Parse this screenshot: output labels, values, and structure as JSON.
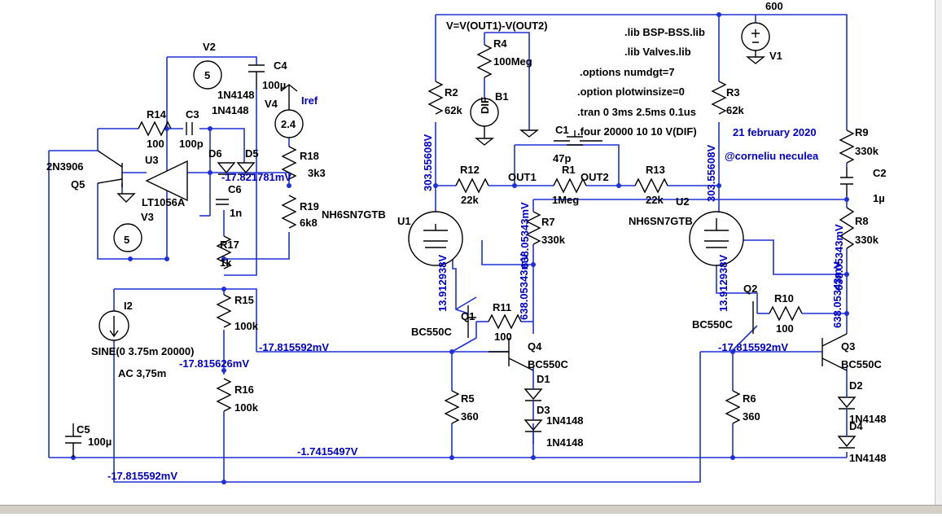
{
  "components": {
    "v1": {
      "name": "V1"
    },
    "v2": {
      "name": "V2",
      "value": "5"
    },
    "v3": {
      "name": "V3",
      "value": "5"
    },
    "v4": {
      "name": "V4",
      "value": "2.4"
    },
    "i2": {
      "name": "I2",
      "value": "SINE(0 3.75m 20000)",
      "ac": "AC 3,75m"
    },
    "b1": {
      "name": "B1",
      "value": "V=V(OUT1)-V(OUT2)",
      "label": "DIF"
    },
    "r1": {
      "name": "R1",
      "value": "1Meg"
    },
    "r2": {
      "name": "R2",
      "value": "62k"
    },
    "r3": {
      "name": "R3",
      "value": "62k"
    },
    "r4": {
      "name": "R4",
      "value": "100Meg"
    },
    "r5": {
      "name": "R5",
      "value": "360"
    },
    "r6": {
      "name": "R6",
      "value": "360"
    },
    "r7": {
      "name": "R7",
      "value": "330k"
    },
    "r8": {
      "name": "R8",
      "value": "330k"
    },
    "r9": {
      "name": "R9",
      "value": "330k"
    },
    "r10": {
      "name": "R10",
      "value": "100"
    },
    "r11": {
      "name": "R11",
      "value": "100"
    },
    "r12": {
      "name": "R12",
      "value": "22k"
    },
    "r13": {
      "name": "R13",
      "value": "22k"
    },
    "r14": {
      "name": "R14",
      "value": "100"
    },
    "r15": {
      "name": "R15",
      "value": "100k"
    },
    "r16": {
      "name": "R16",
      "value": "100k"
    },
    "r17": {
      "name": "R17",
      "value": "1k"
    },
    "r18": {
      "name": "R18",
      "value": "3k3"
    },
    "r19": {
      "name": "R19",
      "value": "6k8"
    },
    "c1": {
      "name": "C1",
      "value": "47p"
    },
    "c2": {
      "name": "C2",
      "value": "1µ"
    },
    "c3": {
      "name": "C3",
      "value": "100p"
    },
    "c4": {
      "name": "C4",
      "value": "100µ"
    },
    "c5": {
      "name": "C5",
      "value": "100µ"
    },
    "c6": {
      "name": "C6",
      "value": "1n"
    },
    "d1": {
      "name": "D1",
      "value": "1N4148"
    },
    "d2": {
      "name": "D2",
      "value": "1N4148"
    },
    "d3": {
      "name": "D3",
      "value": "1N4148"
    },
    "d4": {
      "name": "D4",
      "value": "1N4148"
    },
    "d5": {
      "name": "D5",
      "value": "1N4148"
    },
    "d6": {
      "name": "D6",
      "value": "1N4148"
    },
    "q1": {
      "name": "Q1",
      "value": "BC550C"
    },
    "q2": {
      "name": "Q2",
      "value": "BC550C"
    },
    "q3": {
      "name": "Q3",
      "value": "BC550C"
    },
    "q4": {
      "name": "Q4",
      "value": "BC550C"
    },
    "q5": {
      "name": "Q5",
      "value": "2N3906"
    },
    "u1": {
      "name": "U1",
      "value": "NH6SN7GTB"
    },
    "u2": {
      "name": "U2",
      "value": "NH6SN7GTB"
    },
    "u3": {
      "name": "U3",
      "value": "LT1056A"
    }
  },
  "nets": {
    "out1": "OUT1",
    "out2": "OUT2",
    "iref": "Iref",
    "supply": "600"
  },
  "voltages": {
    "u1_anode": "303.55608V",
    "u2_anode": "303.55608V",
    "u1_cathode": "13.912938V",
    "u2_cathode": "13.912938V",
    "q4_collector": "638.05343mV",
    "q3_collector": "638.05343mV",
    "q4_emitter": "638.05343mV",
    "q3_emitter": "638.05343mV",
    "opamp_out": "-17.821781mV",
    "r15_node": "-17.815626mV",
    "bias_line": "-17.815592mV",
    "q2_base": "-17.815592mV",
    "bottom_line": "-17.815592mV",
    "c5_line": "-1.7415497V"
  },
  "directives": {
    "lib1": ".lib BSP-BSS.lib",
    "lib2": ".lib Valves.lib",
    "opt1": ".options numdgt=7",
    "opt2": ".option plotwinsize=0",
    "tran": ".tran 0 3ms 2.5ms 0.1us",
    "four": ".four 20000 10 10 V(DIF)"
  },
  "notes": {
    "date": "21 february 2020",
    "author": "@corneliu neculea"
  },
  "colors": {
    "wire": "#1e30d8",
    "component": "#000000",
    "annotation": "#0000cc",
    "background": "#ffffff"
  }
}
